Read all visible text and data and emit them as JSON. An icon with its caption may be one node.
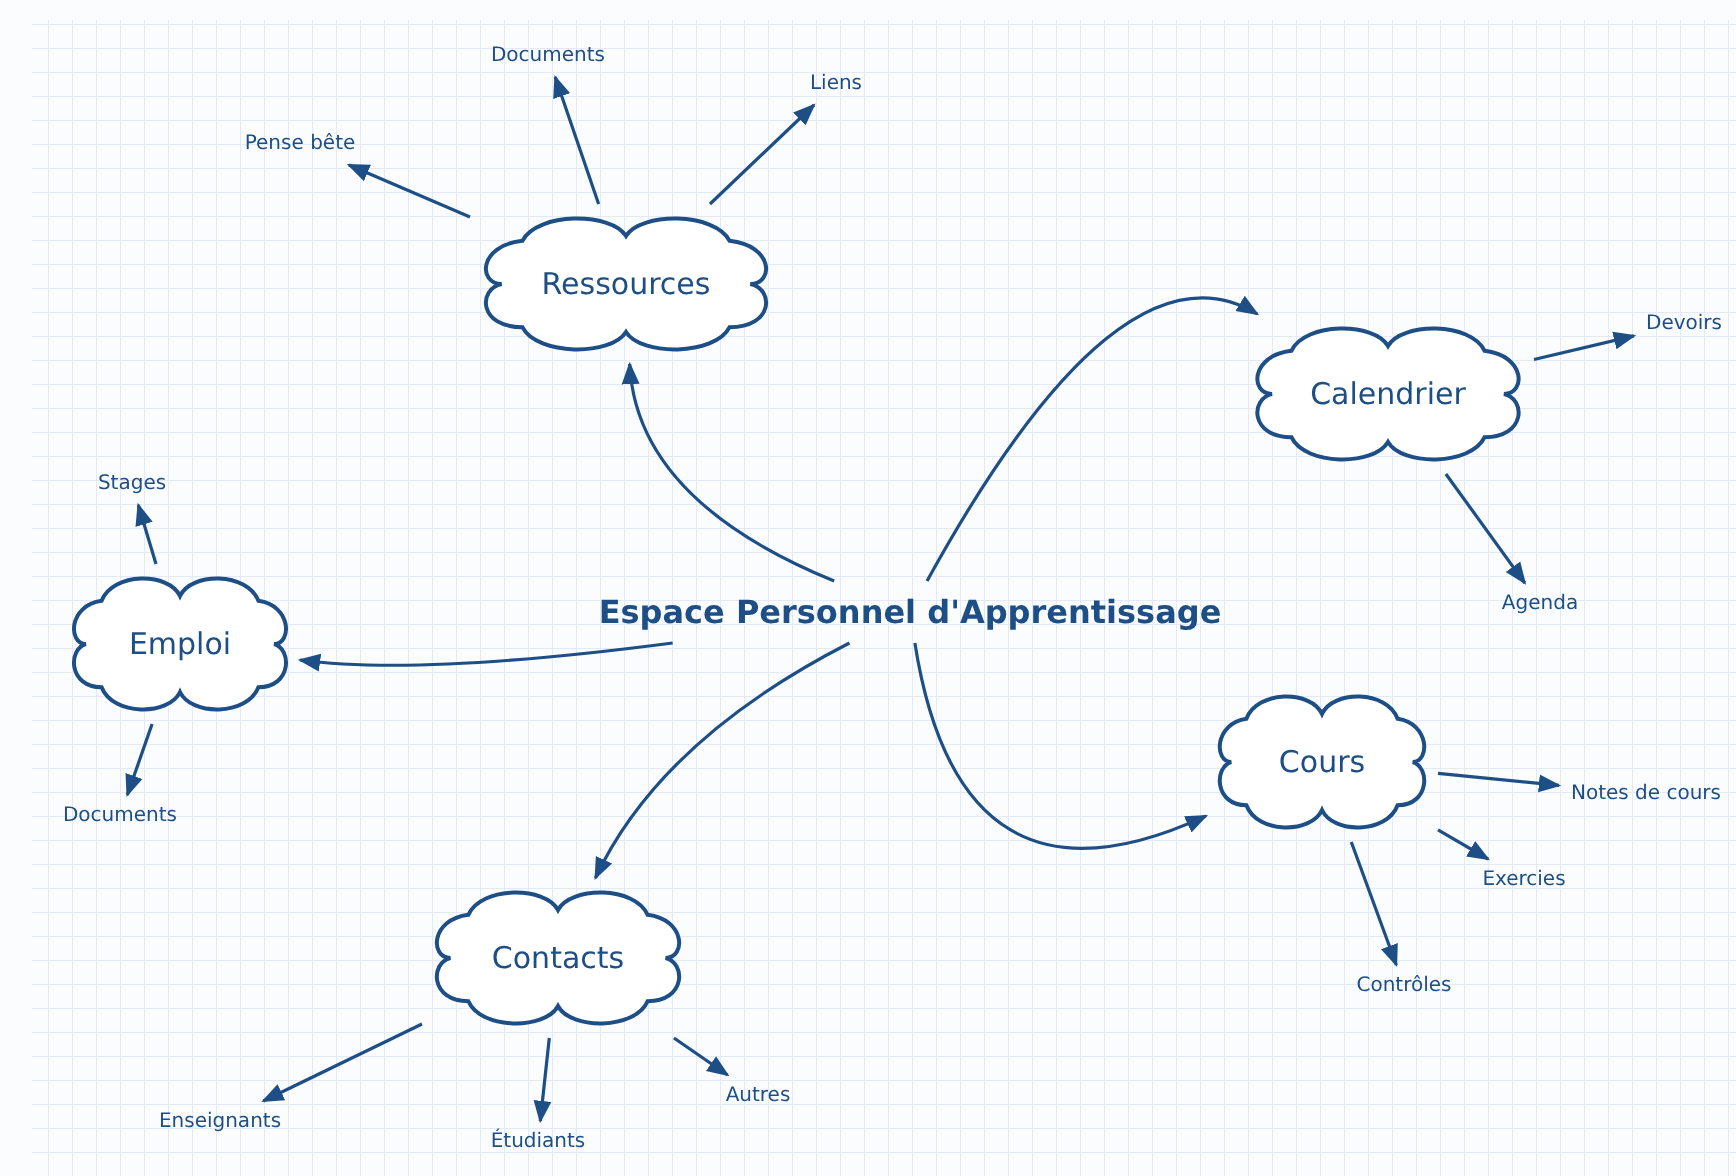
{
  "diagram": {
    "nodes": [
      {
        "text": [
          "Espace Personnel d'Apprentissage"
        ]
      },
      {
        "text": [
          "Ressources"
        ]
      },
      {
        "text": [
          "Pense bête"
        ]
      },
      {
        "text": [
          "Documents"
        ]
      },
      {
        "text": [
          "Liens"
        ]
      },
      {
        "text": [
          "Calendrier"
        ]
      },
      {
        "text": [
          "Devoirs"
        ]
      },
      {
        "text": [
          "Agenda"
        ]
      },
      {
        "text": [
          "Emploi"
        ]
      },
      {
        "text": [
          "Stages"
        ]
      },
      {
        "text": [
          "Documents"
        ]
      },
      {
        "text": [
          "Cours"
        ]
      },
      {
        "text": [
          "Notes de cours"
        ]
      },
      {
        "text": [
          "Exercies"
        ]
      },
      {
        "text": [
          "Contrôles"
        ]
      },
      {
        "text": [
          "Contacts"
        ]
      },
      {
        "text": [
          "Enseignants"
        ]
      },
      {
        "text": [
          "Étudiants"
        ]
      },
      {
        "text": [
          "Autres"
        ]
      }
    ],
    "edges": [
      {
        "from": 0,
        "to": 1,
        "arrow": "to"
      },
      {
        "from": 0,
        "to": 5,
        "arrow": "to"
      },
      {
        "from": 0,
        "to": 8,
        "arrow": "to"
      },
      {
        "from": 0,
        "to": 11,
        "arrow": "to"
      },
      {
        "from": 0,
        "to": 15,
        "arrow": "to"
      },
      {
        "from": 1,
        "to": 2,
        "arrow": "to"
      },
      {
        "from": 1,
        "to": 3,
        "arrow": "to"
      },
      {
        "from": 1,
        "to": 4,
        "arrow": "to"
      },
      {
        "from": 5,
        "to": 6,
        "arrow": "to"
      },
      {
        "from": 5,
        "to": 7,
        "arrow": "to"
      },
      {
        "from": 8,
        "to": 9,
        "arrow": "to"
      },
      {
        "from": 8,
        "to": 10,
        "arrow": "to"
      },
      {
        "from": 11,
        "to": 12,
        "arrow": "to"
      },
      {
        "from": 11,
        "to": 13,
        "arrow": "to"
      },
      {
        "from": 11,
        "to": 14,
        "arrow": "to"
      },
      {
        "from": 15,
        "to": 16,
        "arrow": "to"
      },
      {
        "from": 15,
        "to": 17,
        "arrow": "to"
      },
      {
        "from": 15,
        "to": 18,
        "arrow": "to"
      }
    ]
  }
}
